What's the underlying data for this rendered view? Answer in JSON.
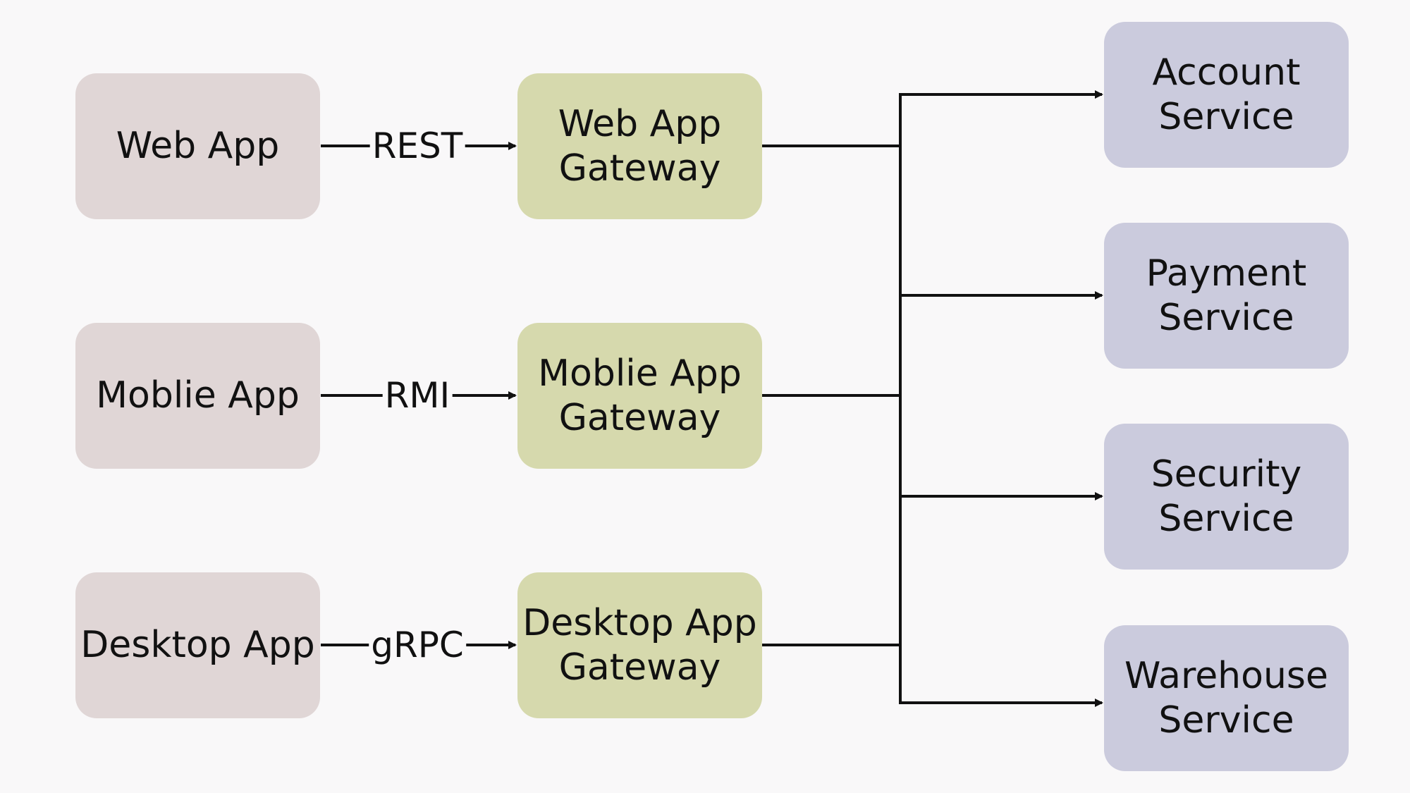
{
  "clients": [
    {
      "label": "Web App"
    },
    {
      "label": "Moblie App"
    },
    {
      "label": "Desktop App"
    }
  ],
  "protocols": [
    "REST",
    "RMI",
    "gRPC"
  ],
  "gateways": [
    {
      "line1": "Web App",
      "line2": "Gateway"
    },
    {
      "line1": "Moblie App",
      "line2": "Gateway"
    },
    {
      "line1": "Desktop App",
      "line2": "Gateway"
    }
  ],
  "services": [
    {
      "line1": "Account",
      "line2": "Service"
    },
    {
      "line1": "Payment",
      "line2": "Service"
    },
    {
      "line1": "Security",
      "line2": "Service"
    },
    {
      "line1": "Warehouse",
      "line2": "Service"
    }
  ],
  "colors": {
    "client": "#e0d6d6",
    "gateway": "#d6d9ad",
    "service": "#cbcbdd",
    "line": "#111111",
    "background": "#f9f8f9"
  }
}
